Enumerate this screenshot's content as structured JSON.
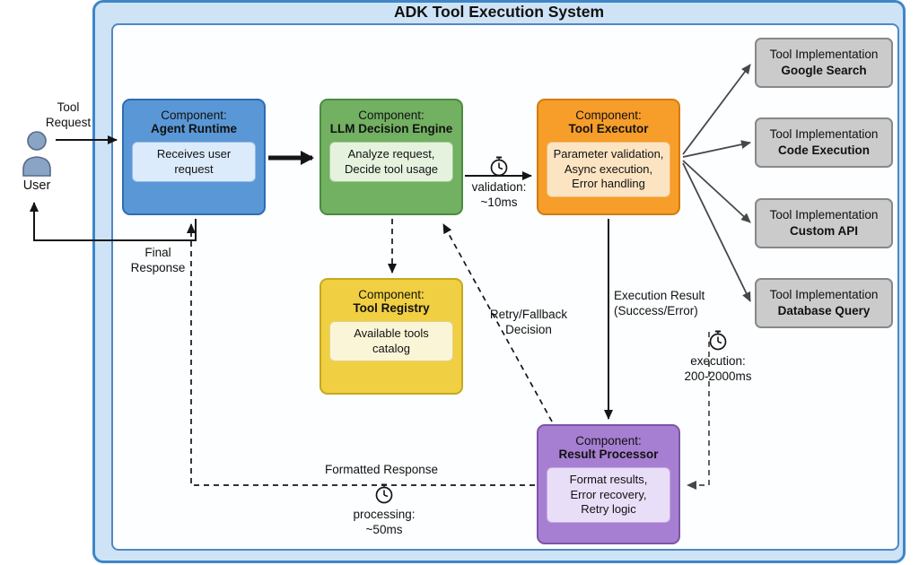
{
  "title": "ADK Tool Execution System",
  "user": {
    "label": "User"
  },
  "components": {
    "agent_runtime": {
      "kind": "Component:",
      "name": "Agent Runtime",
      "body": "Receives user\nrequest"
    },
    "llm_engine": {
      "kind": "Component:",
      "name": "LLM Decision Engine",
      "body": "Analyze request,\nDecide tool usage"
    },
    "tool_executor": {
      "kind": "Component:",
      "name": "Tool Executor",
      "body": "Parameter validation,\nAsync execution,\nError handling"
    },
    "tool_registry": {
      "kind": "Component:",
      "name": "Tool Registry",
      "body": "Available tools\ncatalog"
    },
    "result_processor": {
      "kind": "Component:",
      "name": "Result Processor",
      "body": "Format results,\nError recovery,\nRetry logic"
    }
  },
  "tools": [
    {
      "kind": "Tool Implementation",
      "name": "Google Search"
    },
    {
      "kind": "Tool Implementation",
      "name": "Code Execution"
    },
    {
      "kind": "Tool Implementation",
      "name": "Custom API"
    },
    {
      "kind": "Tool Implementation",
      "name": "Database Query"
    }
  ],
  "labels": {
    "tool_request": "Tool\nRequest",
    "final_response": "Final\nResponse",
    "validation": "validation:\n~10ms",
    "retry": "Retry/Fallback\nDecision",
    "execution_result": "Execution Result\n(Success/Error)",
    "execution": "execution:\n200-2000ms",
    "formatted_response": "Formatted Response",
    "processing": "processing:\n~50ms"
  },
  "icons": {
    "clock": "stopwatch-icon",
    "user": "person-icon"
  },
  "colors": {
    "outer-bg": "#cfe3f6",
    "outer-border": "#3f86c9",
    "panel-bg": "#fdfeff",
    "panel-border": "#4e88c7",
    "agent-bg": "#5a97d6",
    "agent-border": "#2e6cb3",
    "agent-body-bg": "#dcebfb",
    "agent-body-border": "#93bbe8",
    "llm-bg": "#72b062",
    "llm-border": "#4d8a41",
    "llm-body-bg": "#e5f2de",
    "llm-body-border": "#a3cd95",
    "executor-bg": "#f79d2a",
    "executor-border": "#d27b10",
    "executor-body-bg": "#fce4c2",
    "executor-body-border": "#f0bb78",
    "registry-bg": "#f1cf42",
    "registry-border": "#c7a81e",
    "registry-body-bg": "#fbf5d8",
    "registry-body-border": "#e2d285",
    "result-bg": "#a77fd2",
    "result-border": "#7d55a6",
    "result-body-bg": "#e9def7",
    "result-body-border": "#c5abe4",
    "tool-bg": "#cbcbcb",
    "tool-border": "#888888",
    "text": "#111111"
  }
}
